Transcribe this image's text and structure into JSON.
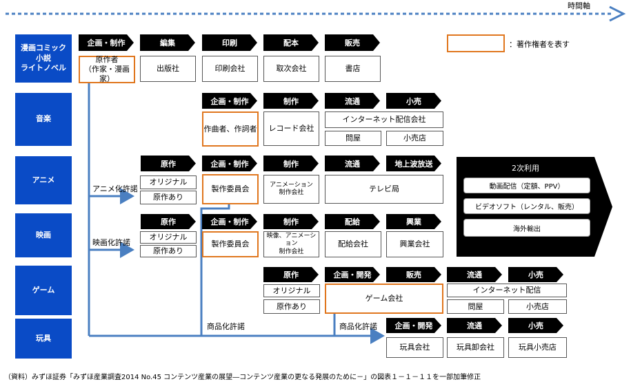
{
  "time_axis_label": "時間軸",
  "legend": {
    "text": "：著作権者を表す"
  },
  "categories": {
    "manga": "漫画コミック\n小説\nライトノベル",
    "music": "音楽",
    "anime": "アニメ",
    "film": "映画",
    "game": "ゲーム",
    "toy": "玩具"
  },
  "manga": {
    "stages": [
      "企画・制作",
      "編集",
      "印刷",
      "配本",
      "販売"
    ],
    "boxes": [
      "原作者\n（作家・漫画家）",
      "出版社",
      "印刷会社",
      "取次会社",
      "書店"
    ]
  },
  "music": {
    "stages": [
      "企画・制作",
      "制作",
      "流通",
      "小売"
    ],
    "boxes": [
      "作曲者、作詞者",
      "レコード会社",
      "インターネット配信会社",
      "問屋",
      "小売店"
    ]
  },
  "anime": {
    "permission": "アニメ化許諾",
    "stages": [
      "原作",
      "企画・制作",
      "制作",
      "流通",
      "地上波放送"
    ],
    "boxes": [
      "オリジナル",
      "原作あり",
      "製作委員会",
      "アニメーション\n制作会社",
      "テレビ局"
    ]
  },
  "film": {
    "permission": "映画化許諾",
    "stages": [
      "原作",
      "企画・制作",
      "制作",
      "配給",
      "興業"
    ],
    "boxes": [
      "オリジナル",
      "原作あり",
      "製作委員会",
      "映像、アニメーション\n制作会社",
      "配給会社",
      "興業会社"
    ]
  },
  "game": {
    "stages": [
      "原作",
      "企画・開発",
      "販売",
      "流通",
      "小売"
    ],
    "boxes": [
      "オリジナル",
      "原作あり",
      "ゲーム会社",
      "インターネット配信",
      "問屋",
      "小売店"
    ]
  },
  "toy": {
    "permission_left": "商品化許諾",
    "permission_right": "商品化許諾",
    "stages": [
      "企画・開発",
      "流通",
      "小売"
    ],
    "boxes": [
      "玩具会社",
      "玩具卸会社",
      "玩具小売店"
    ]
  },
  "secondary_use": {
    "title": "2次利用",
    "items": [
      "動画配信（定額、PPV）",
      "ビデオソフト（レンタル、販売）",
      "海外輸出"
    ]
  },
  "source_note": "（資料）みずほ証券「みずほ産業調査2014 No.45 コンテンツ産業の展望―コンテンツ産業の更なる発展のために－」の図表１－１－１１を一部加筆修正",
  "colors": {
    "category_blue": "#0a4bc6",
    "arrow_blue": "#4a7fc1",
    "copyright_orange": "#e0761d",
    "stage_black": "#000000"
  }
}
